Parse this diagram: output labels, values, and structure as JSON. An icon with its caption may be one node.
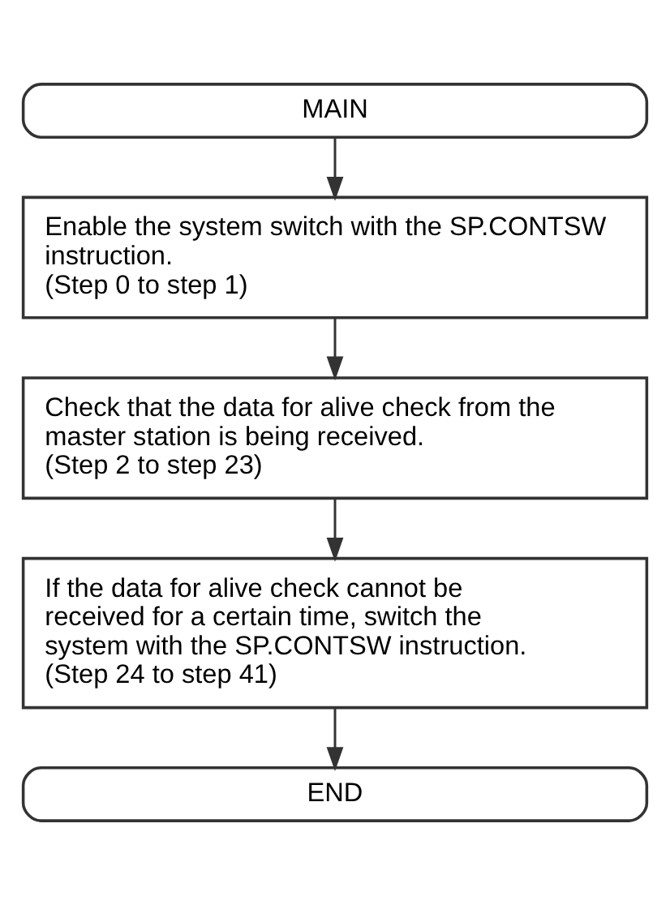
{
  "diagram": {
    "nodes": [
      {
        "text": [
          "MAIN"
        ]
      },
      {
        "text": [
          "Enable the system switch with the SP.CONTSW instruction.",
          "(Step 0 to step 1)"
        ]
      },
      {
        "text": [
          "Check that the data for alive check from the master station is being received.",
          "(Step 2 to step 23)"
        ]
      },
      {
        "text": [
          "If the data for alive check cannot be received for a certain time, switch the system with the SP.CONTSW instruction.",
          "(Step 24 to step 41)"
        ]
      },
      {
        "text": [
          "END"
        ]
      }
    ],
    "edges": [
      {
        "from": 0,
        "to": 1,
        "arrow": "to"
      },
      {
        "from": 1,
        "to": 2,
        "arrow": "to"
      },
      {
        "from": 2,
        "to": 3,
        "arrow": "to"
      },
      {
        "from": 3,
        "to": 4,
        "arrow": "to"
      }
    ]
  }
}
